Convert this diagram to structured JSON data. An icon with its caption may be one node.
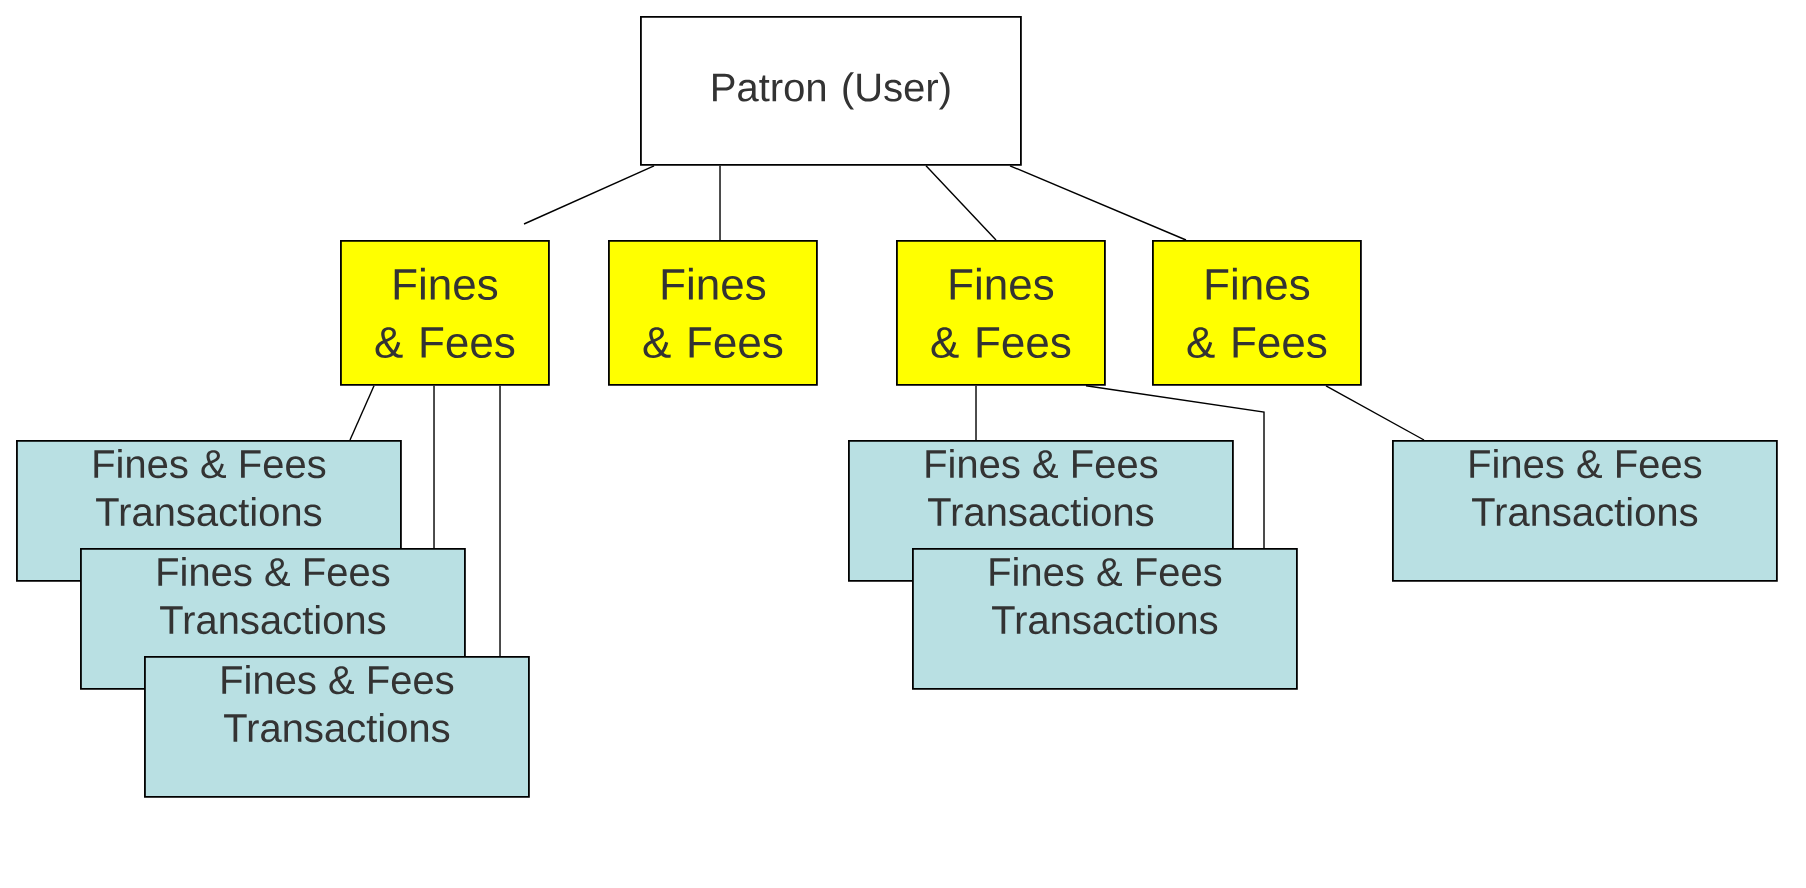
{
  "diagram": {
    "nodes": [
      {
        "text": [
          "Patron (User)"
        ]
      },
      {
        "text": [
          "Fines & Fees"
        ]
      },
      {
        "text": [
          "Fines & Fees"
        ]
      },
      {
        "text": [
          "Fines & Fees"
        ]
      },
      {
        "text": [
          "Fines & Fees"
        ]
      },
      {
        "text": [
          "Fines & Fees Transactions"
        ]
      },
      {
        "text": [
          "Fines & Fees Transactions"
        ]
      },
      {
        "text": [
          "Fines & Fees Transactions"
        ]
      },
      {
        "text": [
          "Fines & Fees Transactions"
        ]
      },
      {
        "text": [
          "Fines & Fees Transactions"
        ]
      },
      {
        "text": [
          "Fines & Fees Transactions"
        ]
      }
    ],
    "edges": [
      {
        "from": 0,
        "to": 1,
        "arrow": "none"
      },
      {
        "from": 0,
        "to": 2,
        "arrow": "none"
      },
      {
        "from": 0,
        "to": 3,
        "arrow": "none"
      },
      {
        "from": 0,
        "to": 4,
        "arrow": "none"
      },
      {
        "from": 1,
        "to": 5,
        "arrow": "none"
      },
      {
        "from": 1,
        "to": 6,
        "arrow": "none"
      },
      {
        "from": 1,
        "to": 7,
        "arrow": "none"
      },
      {
        "from": 3,
        "to": 8,
        "arrow": "none"
      },
      {
        "from": 3,
        "to": 9,
        "arrow": "none"
      },
      {
        "from": 4,
        "to": 10,
        "arrow": "none"
      }
    ]
  }
}
